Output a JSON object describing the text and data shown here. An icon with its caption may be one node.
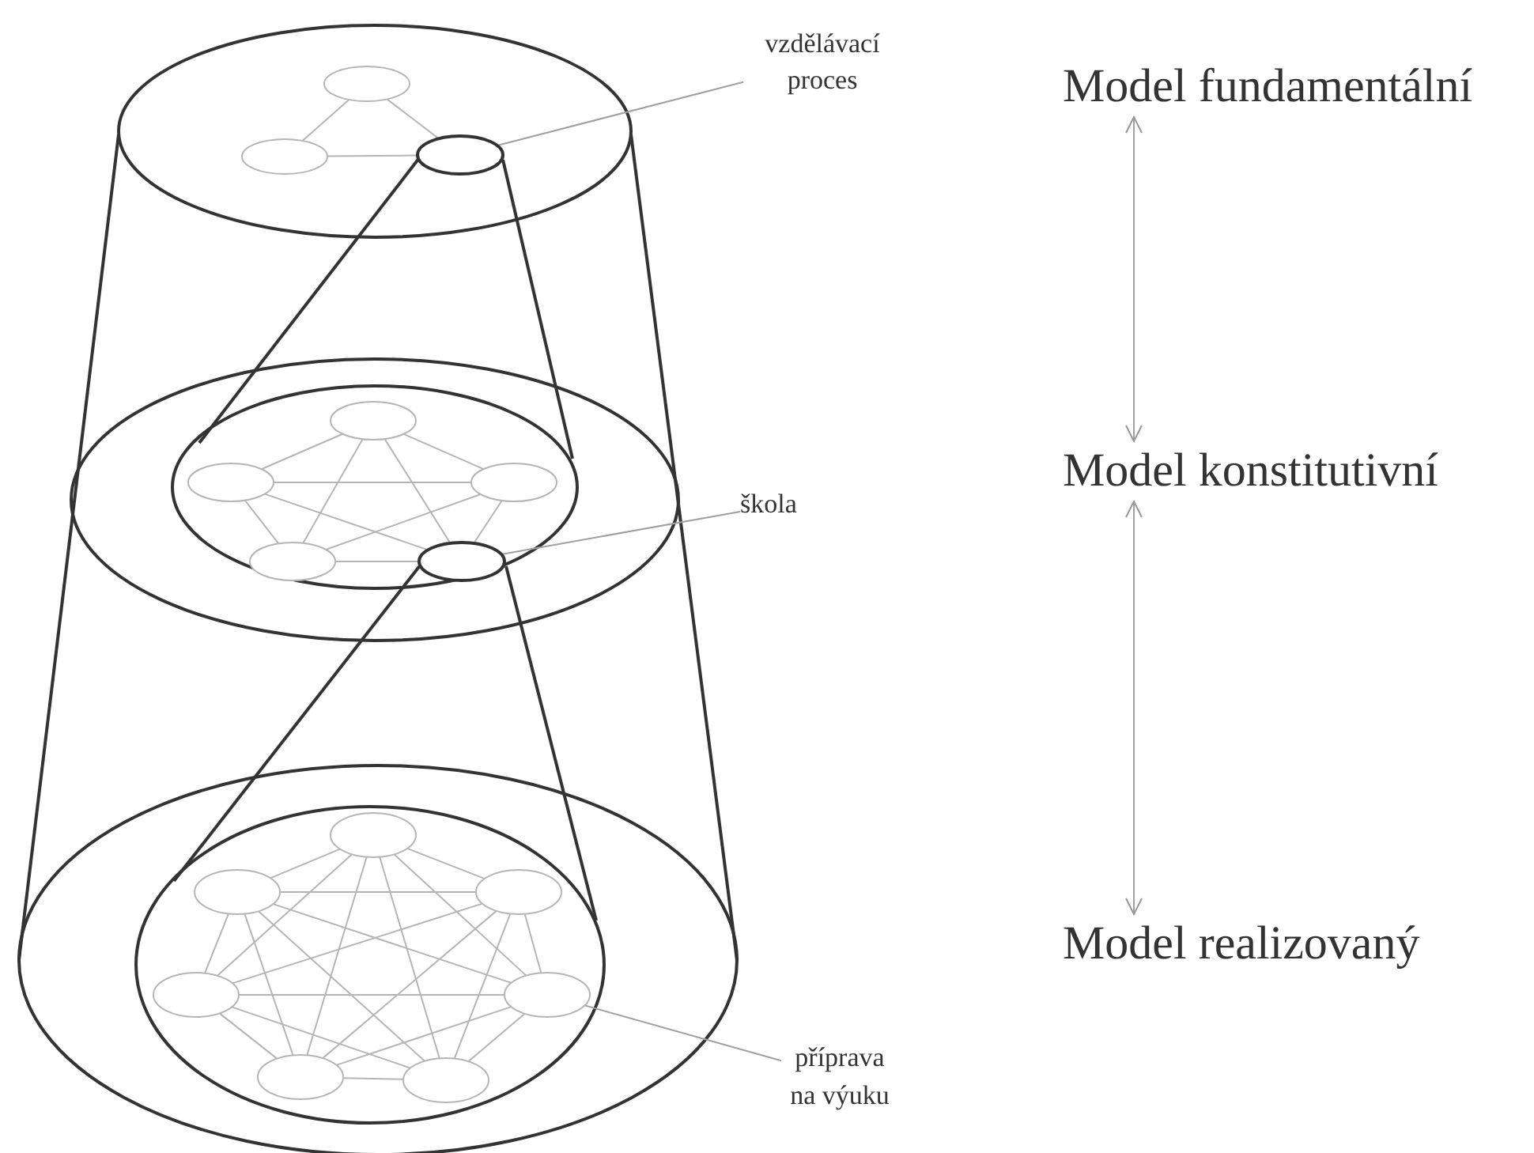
{
  "diagram": {
    "nodes": [
      {
        "text": [
          "Model fundamentální"
        ]
      },
      {
        "text": [
          "Model konstitutivní"
        ]
      },
      {
        "text": [
          "Model realizovaný"
        ]
      },
      {
        "text": [
          "vzdělávací proces"
        ]
      },
      {
        "text": [
          "škola"
        ]
      },
      {
        "text": [
          "příprava na výuku"
        ]
      },
      {
        "text": [],
        "shape": "ellipse"
      },
      {
        "text": [],
        "shape": "ellipse"
      },
      {
        "text": [],
        "shape": "ellipse"
      },
      {
        "text": [],
        "shape": "ellipse"
      },
      {
        "text": [],
        "shape": "ellipse"
      },
      {
        "text": [],
        "shape": "ellipse"
      },
      {
        "text": [],
        "shape": "ellipse"
      },
      {
        "text": [],
        "shape": "ellipse"
      },
      {
        "text": [],
        "shape": "ellipse"
      },
      {
        "text": [],
        "shape": "ellipse"
      },
      {
        "text": [],
        "shape": "ellipse"
      },
      {
        "text": [],
        "shape": "ellipse"
      },
      {
        "text": [],
        "shape": "ellipse"
      },
      {
        "text": [],
        "shape": "ellipse"
      },
      {
        "text": [],
        "shape": "ellipse"
      }
    ],
    "edges": [
      {
        "from": 0,
        "to": 1,
        "arrow": "both"
      },
      {
        "from": 1,
        "to": 2,
        "arrow": "both"
      },
      {
        "from": 3,
        "to": 8,
        "arrow": "none"
      },
      {
        "from": 4,
        "to": 13,
        "arrow": "none"
      },
      {
        "from": 5,
        "to": 18,
        "arrow": "none"
      },
      {
        "from": 6,
        "to": 7,
        "arrow": "none"
      },
      {
        "from": 6,
        "to": 8,
        "arrow": "none"
      },
      {
        "from": 7,
        "to": 8,
        "arrow": "none"
      },
      {
        "from": 9,
        "to": 10,
        "arrow": "none"
      },
      {
        "from": 9,
        "to": 11,
        "arrow": "none"
      },
      {
        "from": 9,
        "to": 12,
        "arrow": "none"
      },
      {
        "from": 9,
        "to": 13,
        "arrow": "none"
      },
      {
        "from": 10,
        "to": 11,
        "arrow": "none"
      },
      {
        "from": 10,
        "to": 12,
        "arrow": "none"
      },
      {
        "from": 10,
        "to": 13,
        "arrow": "none"
      },
      {
        "from": 11,
        "to": 12,
        "arrow": "none"
      },
      {
        "from": 11,
        "to": 13,
        "arrow": "none"
      },
      {
        "from": 12,
        "to": 13,
        "arrow": "none"
      },
      {
        "from": 14,
        "to": 15,
        "arrow": "none"
      },
      {
        "from": 14,
        "to": 16,
        "arrow": "none"
      },
      {
        "from": 14,
        "to": 17,
        "arrow": "none"
      },
      {
        "from": 14,
        "to": 18,
        "arrow": "none"
      },
      {
        "from": 14,
        "to": 19,
        "arrow": "none"
      },
      {
        "from": 14,
        "to": 20,
        "arrow": "none"
      },
      {
        "from": 15,
        "to": 16,
        "arrow": "none"
      },
      {
        "from": 15,
        "to": 17,
        "arrow": "none"
      },
      {
        "from": 15,
        "to": 18,
        "arrow": "none"
      },
      {
        "from": 15,
        "to": 19,
        "arrow": "none"
      },
      {
        "from": 15,
        "to": 20,
        "arrow": "none"
      },
      {
        "from": 16,
        "to": 17,
        "arrow": "none"
      },
      {
        "from": 16,
        "to": 18,
        "arrow": "none"
      },
      {
        "from": 16,
        "to": 19,
        "arrow": "none"
      },
      {
        "from": 16,
        "to": 20,
        "arrow": "none"
      },
      {
        "from": 17,
        "to": 18,
        "arrow": "none"
      },
      {
        "from": 17,
        "to": 19,
        "arrow": "none"
      },
      {
        "from": 17,
        "to": 20,
        "arrow": "none"
      },
      {
        "from": 18,
        "to": 19,
        "arrow": "none"
      },
      {
        "from": 18,
        "to": 20,
        "arrow": "none"
      },
      {
        "from": 19,
        "to": 20,
        "arrow": "none"
      }
    ]
  }
}
